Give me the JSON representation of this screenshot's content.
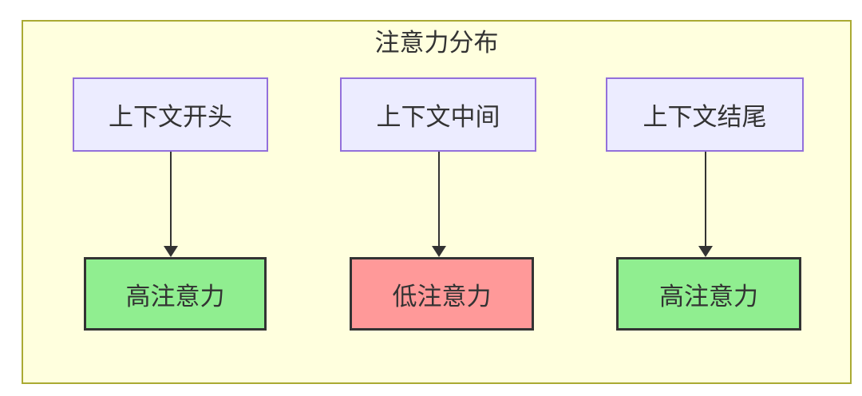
{
  "diagram": {
    "type": "flowchart-top-down",
    "title": "注意力分布",
    "columns": [
      {
        "source": "上下文开头",
        "target": "高注意力",
        "attention": "high"
      },
      {
        "source": "上下文中间",
        "target": "低注意力",
        "attention": "low"
      },
      {
        "source": "上下文结尾",
        "target": "高注意力",
        "attention": "high"
      }
    ],
    "colors": {
      "canvas": "#ffffff",
      "cluster_fill": "#ffffde",
      "cluster_border": "#aaaa33",
      "source_node_fill": "#ececff",
      "source_node_border": "#9370db",
      "high_attention_fill": "#90ee90",
      "low_attention_fill": "#ff9999",
      "target_node_border": "#333333",
      "edge_color": "#333333",
      "text_color": "#333333"
    }
  }
}
